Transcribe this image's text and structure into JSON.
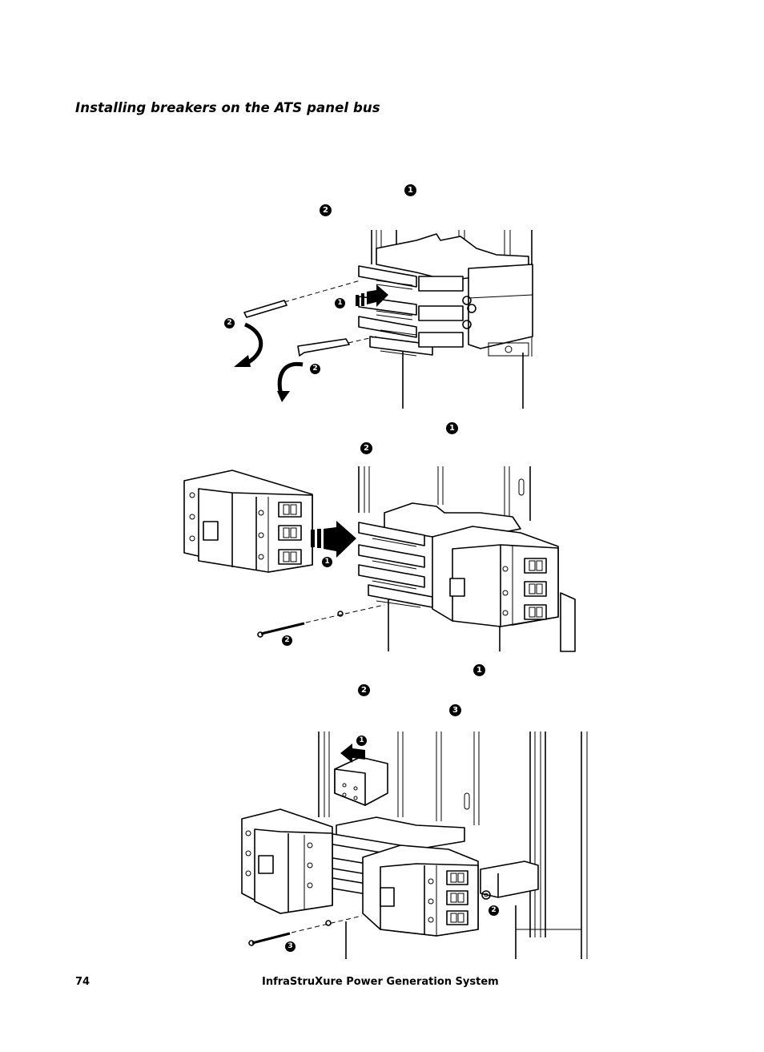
{
  "page": {
    "heading": "Installing breakers on the ATS panel bus",
    "footer": {
      "page_number": "74",
      "document_title": "InfraStruXure Power Generation System"
    }
  },
  "callouts": {
    "one": "1",
    "two": "2",
    "three": "3"
  }
}
